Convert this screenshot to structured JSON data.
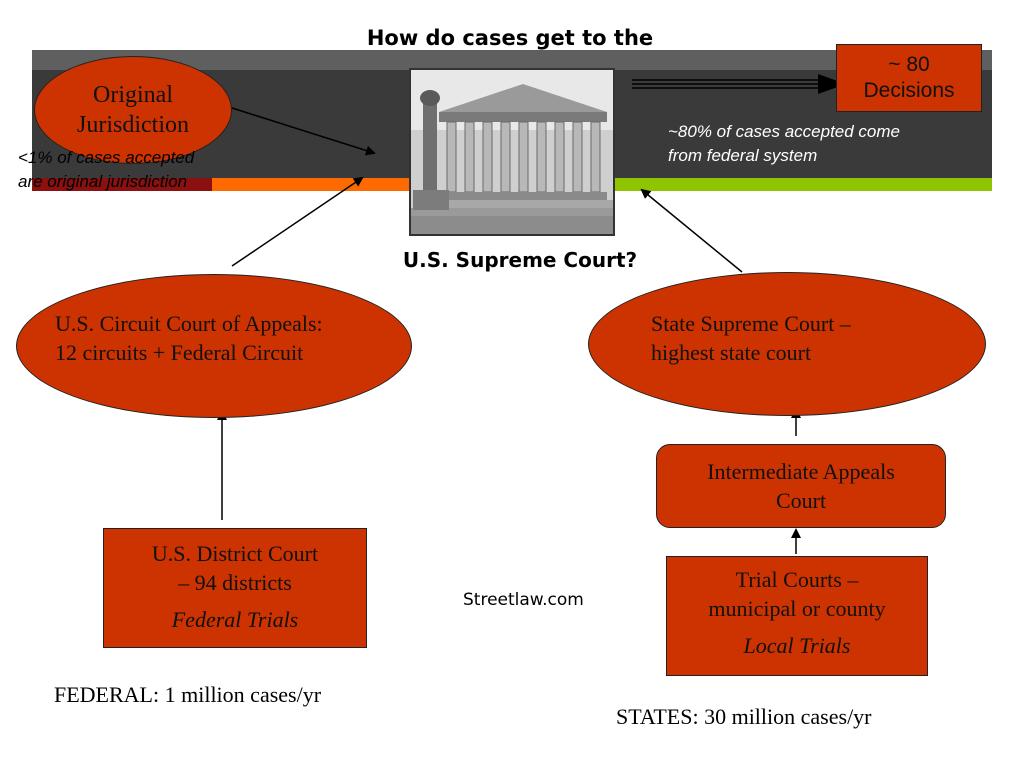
{
  "title": {
    "line1": "How do cases get to the",
    "line2": "U.S. Supreme Court?"
  },
  "colors": {
    "node_fill": "#cc3300",
    "band_dark": "#3a3a3a",
    "band_orange": "#ff6a00",
    "band_green": "#8fc400",
    "band_red": "#8b1010"
  },
  "nodes": {
    "original_jurisdiction": {
      "line1": "Original",
      "line2": "Jurisdiction"
    },
    "decisions": {
      "line1": "~ 80",
      "line2": "Decisions"
    },
    "circuit_court": {
      "line1": "U.S. Circuit Court of Appeals:",
      "line2": "12 circuits + Federal Circuit"
    },
    "state_supreme": {
      "line1": "State Supreme Court –",
      "line2": "highest state court"
    },
    "intermediate": {
      "line1": "Intermediate Appeals",
      "line2": "Court"
    },
    "district": {
      "line1": "U.S. District Court",
      "line2": "– 94 districts",
      "italic": "Federal Trials"
    },
    "trial": {
      "line1": "Trial Courts –",
      "line2": "municipal or county",
      "italic": "Local Trials"
    }
  },
  "notes": {
    "original_pct": {
      "line1": "<1% of cases accepted",
      "line2": "are original jurisdiction"
    },
    "federal_pct": {
      "line1": "~80% of cases accepted come",
      "line2": "from federal system"
    }
  },
  "totals": {
    "federal": "FEDERAL: 1 million cases/yr",
    "states": "STATES: 30 million cases/yr"
  },
  "credit": "Streetlaw.com",
  "icons": {
    "court_image": "supreme-court-building-icon"
  }
}
